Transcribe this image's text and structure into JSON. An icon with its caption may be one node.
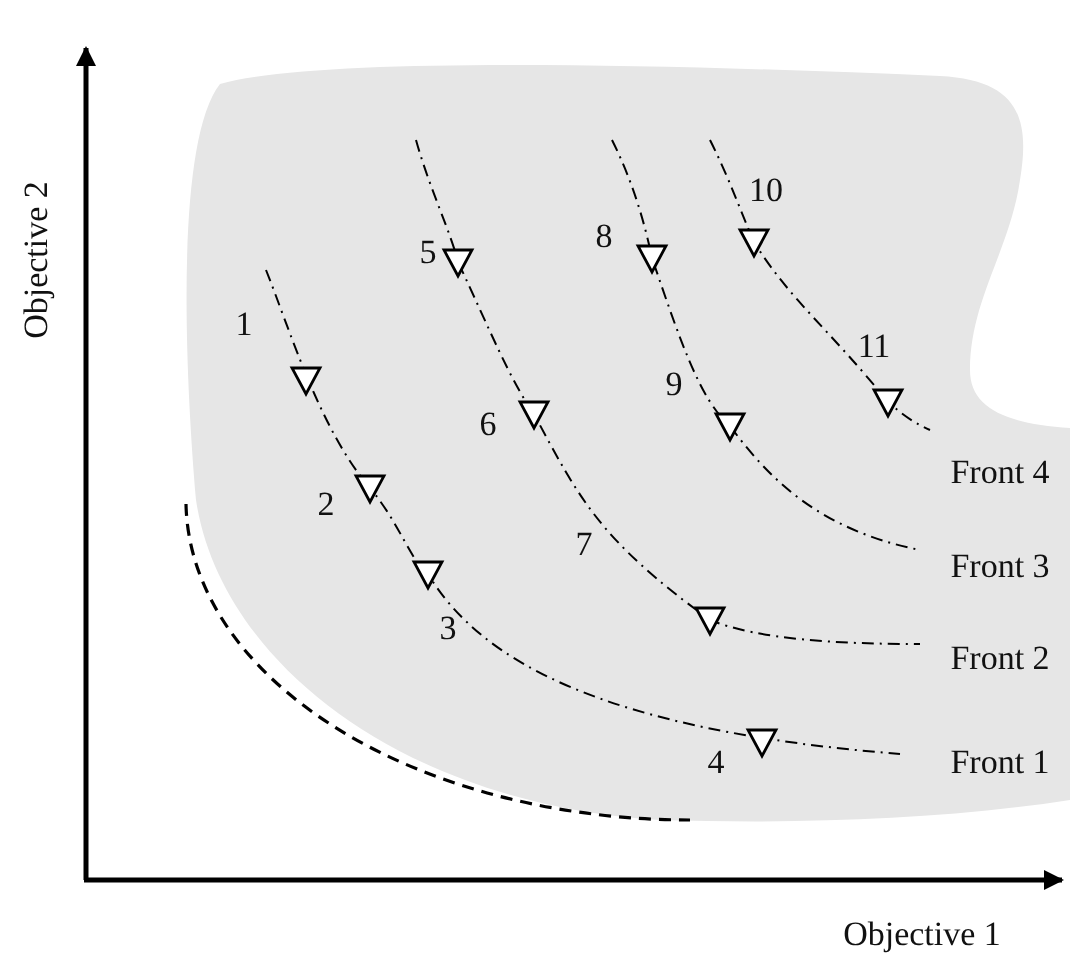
{
  "diagram": {
    "labels": [
      "Objective 2",
      "10",
      "8",
      "5",
      "1",
      "11",
      "9",
      "6",
      "2",
      "Front 4",
      "7",
      "Front 3",
      "3",
      "Front 2",
      "4",
      "Front 1",
      "Objective 1"
    ]
  }
}
